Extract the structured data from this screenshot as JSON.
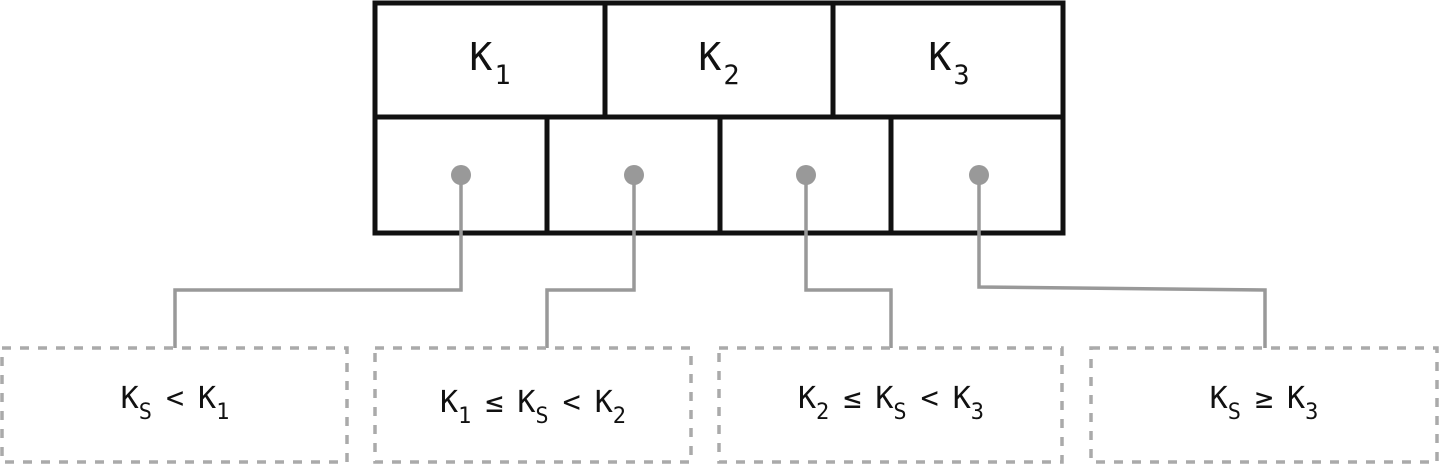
{
  "node": {
    "keys": [
      {
        "base": "K",
        "sub": "1"
      },
      {
        "base": "K",
        "sub": "2"
      },
      {
        "base": "K",
        "sub": "3"
      }
    ],
    "pointer_count": 4
  },
  "children": [
    {
      "tokens": [
        {
          "base": "K",
          "sub": "S"
        },
        {
          "op": "<"
        },
        {
          "base": "K",
          "sub": "1"
        }
      ]
    },
    {
      "tokens": [
        {
          "base": "K",
          "sub": "1"
        },
        {
          "op": "≤"
        },
        {
          "base": "K",
          "sub": "S"
        },
        {
          "op": "<"
        },
        {
          "base": "K",
          "sub": "2"
        }
      ]
    },
    {
      "tokens": [
        {
          "base": "K",
          "sub": "2"
        },
        {
          "op": "≤"
        },
        {
          "base": "K",
          "sub": "S"
        },
        {
          "op": "<"
        },
        {
          "base": "K",
          "sub": "3"
        }
      ]
    },
    {
      "tokens": [
        {
          "base": "K",
          "sub": "S"
        },
        {
          "op": "≥"
        },
        {
          "base": "K",
          "sub": "3"
        }
      ]
    }
  ],
  "colors": {
    "node_border": "#111111",
    "pointer": "#999999",
    "child_border": "#aaaaaa",
    "text": "#111111"
  }
}
